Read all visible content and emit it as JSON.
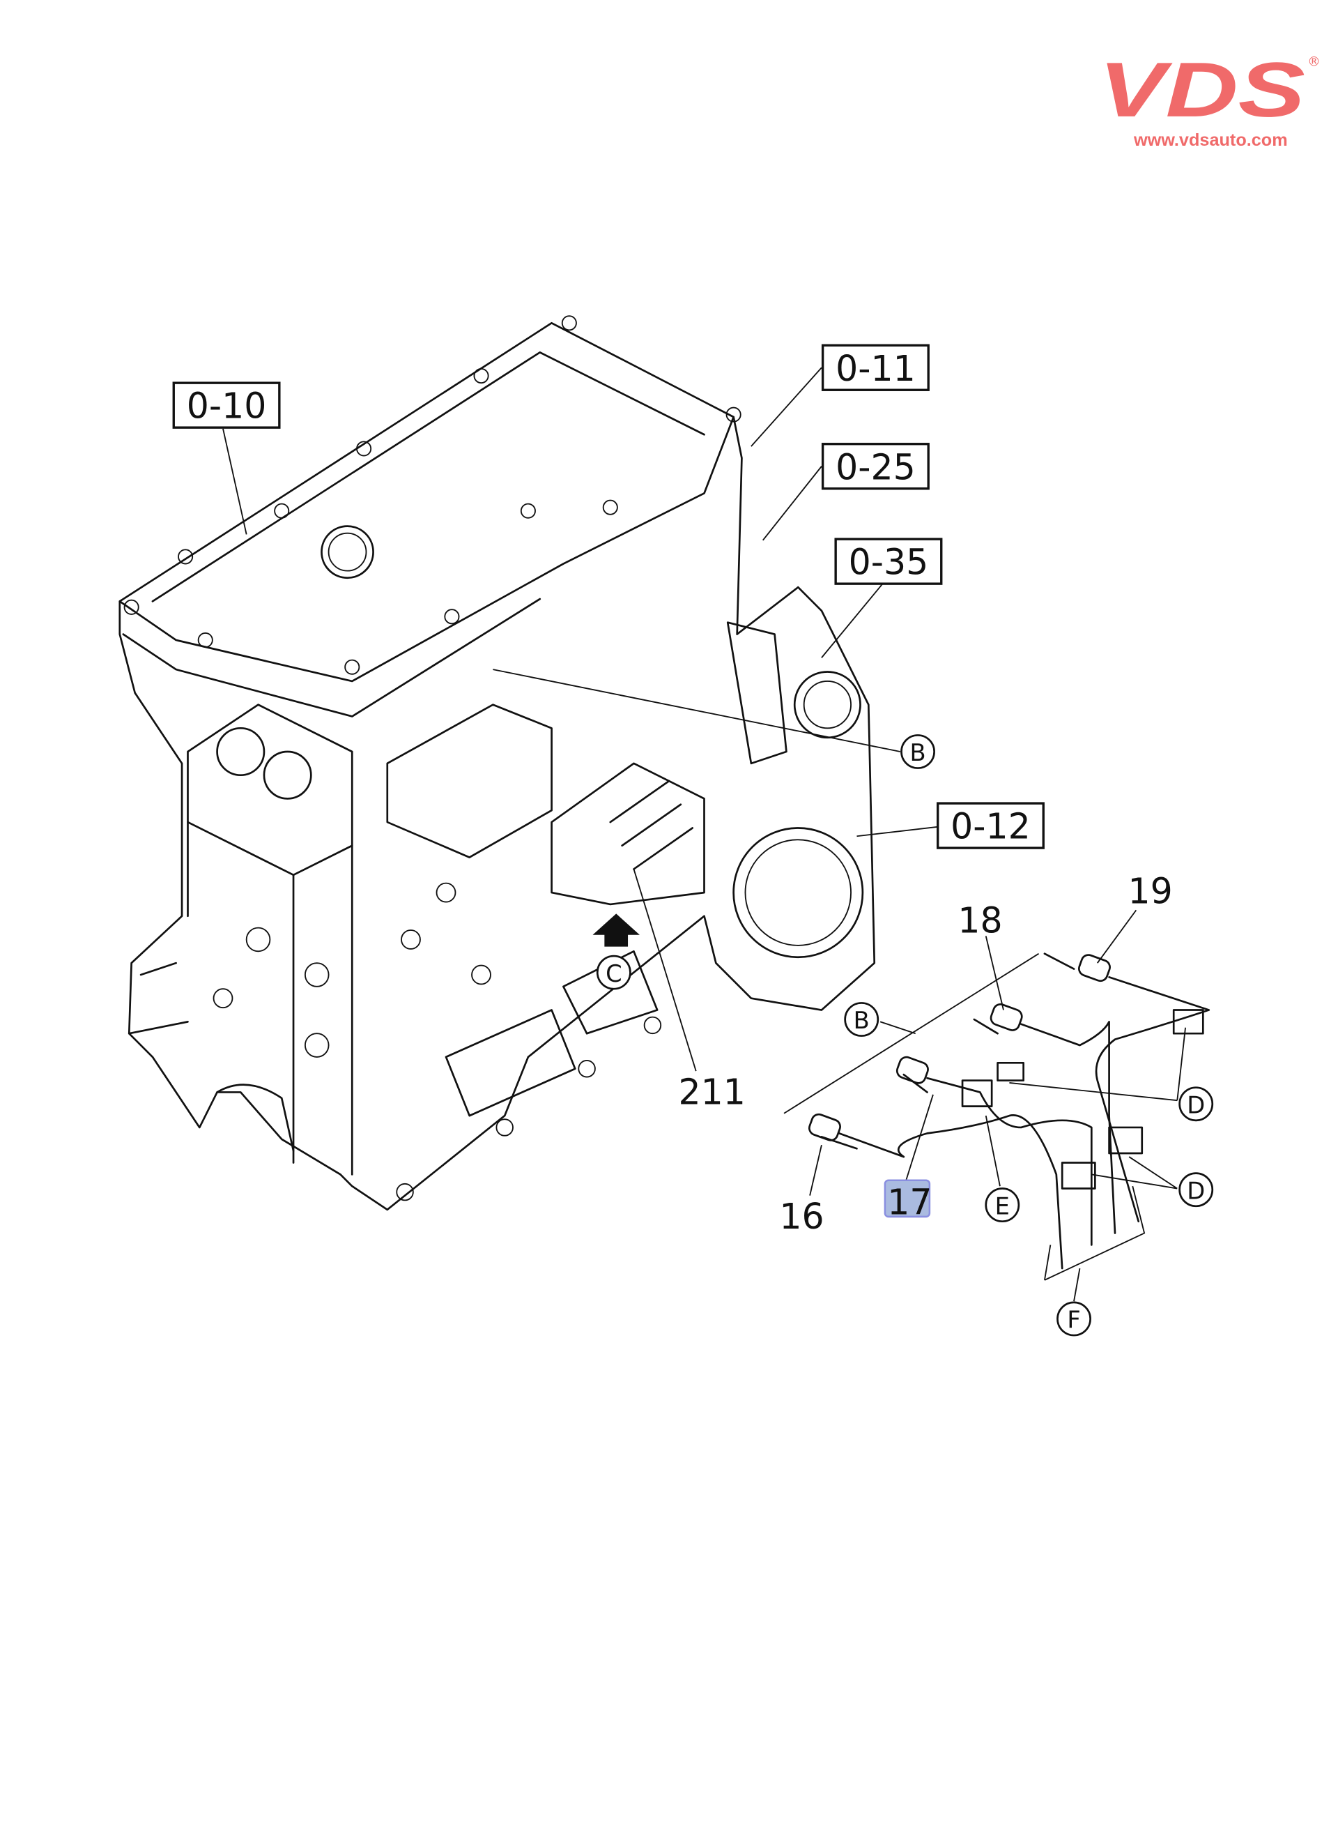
{
  "logo": {
    "brand": "VDS",
    "registered": "®",
    "url": "www.vdsauto.com",
    "color": "#f06a6a"
  },
  "diagram": {
    "ref_labels": [
      "0-10",
      "0-11",
      "0-25",
      "0-35",
      "0-12"
    ],
    "part_numbers": {
      "p211": "211",
      "p16": "16",
      "p17": "17",
      "p18": "18",
      "p19": "19"
    },
    "circle_refs": {
      "b1": "B",
      "c": "C",
      "b2": "B",
      "d1": "D",
      "d2": "D",
      "e": "E",
      "f": "F"
    },
    "highlighted_part": "17",
    "highlight_color": "#aabbe0"
  }
}
